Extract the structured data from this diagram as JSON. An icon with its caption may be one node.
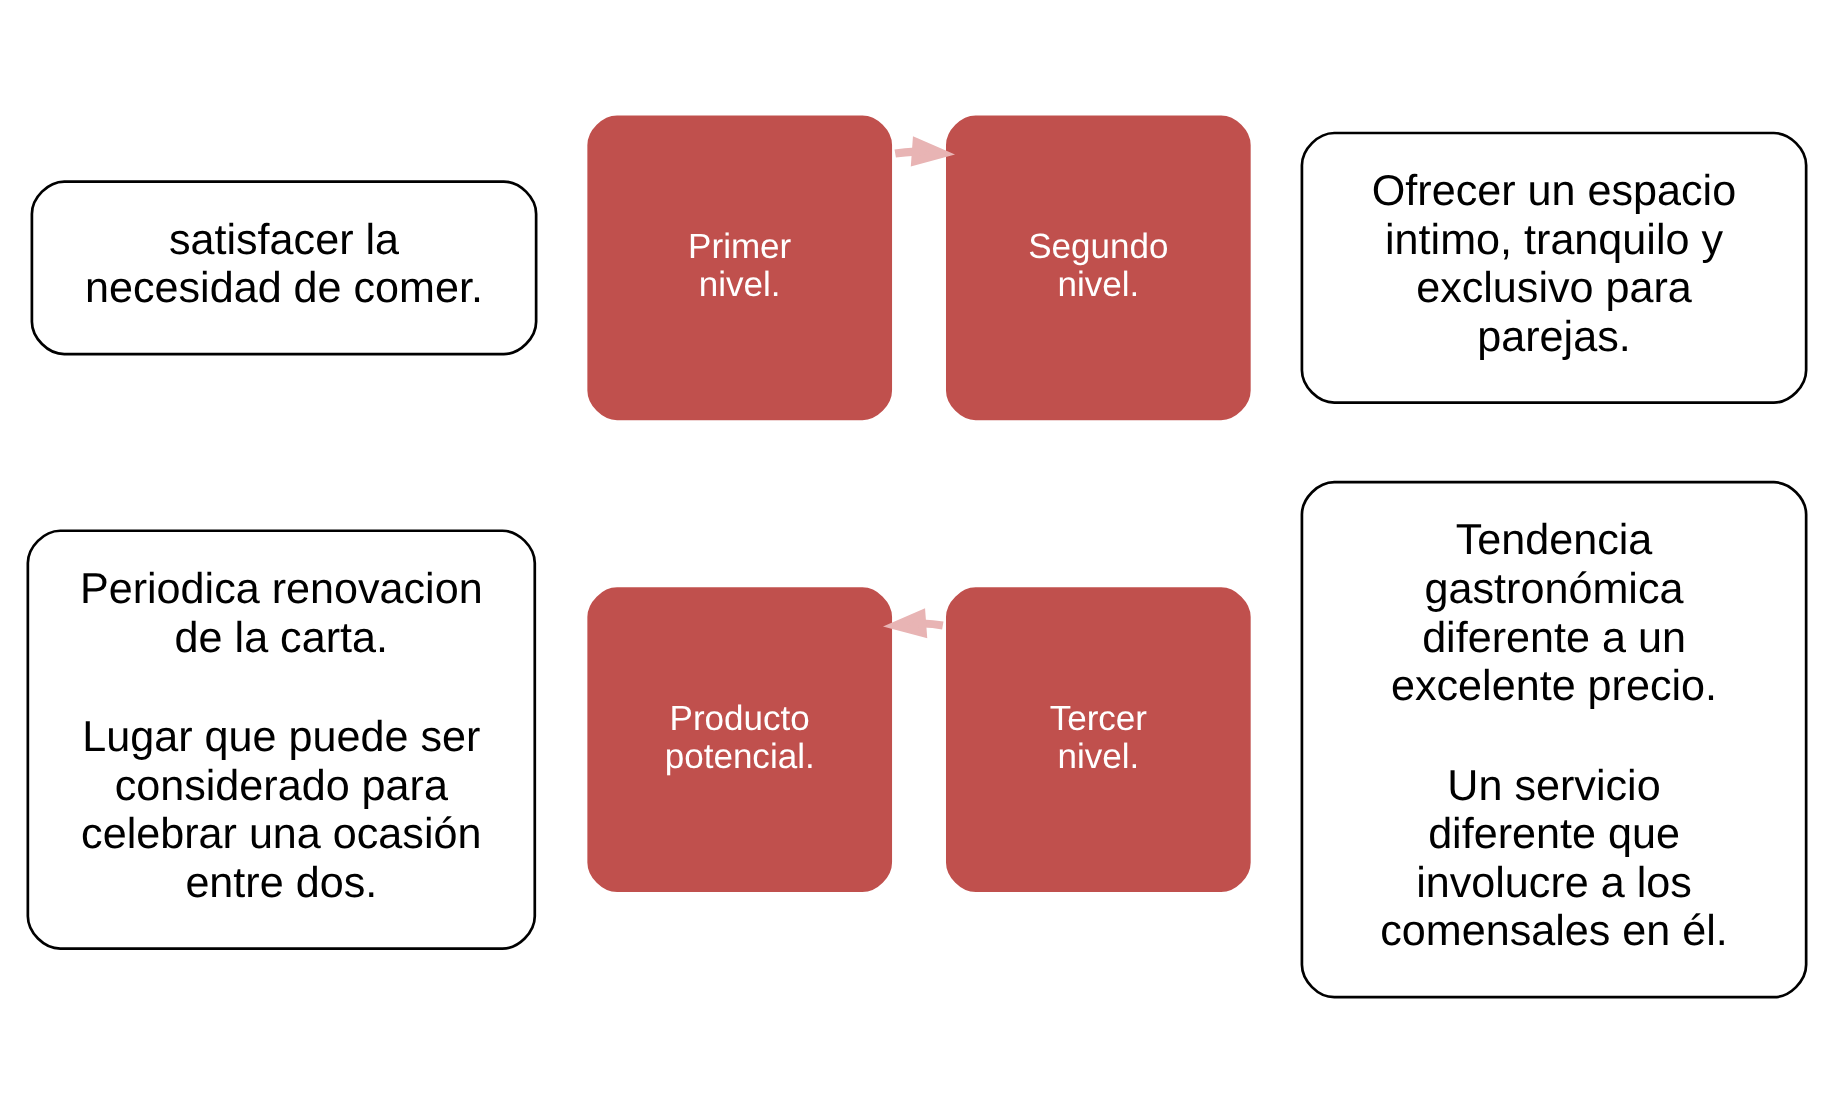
{
  "diagram": {
    "nodes": [
      {
        "text": [
          "satisfacer la necesidad de comer."
        ]
      },
      {
        "text": [
          "Ofrecer un espacio intimo, tranquilo y exclusivo para parejas."
        ]
      },
      {
        "text": [
          "Primer nivel."
        ]
      },
      {
        "text": [
          "Segundo nivel."
        ]
      },
      {
        "text": [
          "Periodica renovacion de la carta.",
          "Lugar que puede ser considerado para celebrar una ocasión entre dos."
        ]
      },
      {
        "text": [
          "Producto potencial."
        ]
      },
      {
        "text": [
          "Tercer nivel."
        ]
      },
      {
        "text": [
          "Tendencia gastronómica diferente a un excelente precio.",
          "Un servicio diferente que involucre a los comensales en él."
        ]
      }
    ],
    "edges": [
      {
        "from": 2,
        "to": 3,
        "arrow": "to"
      },
      {
        "from": 6,
        "to": 5,
        "arrow": "to"
      }
    ]
  }
}
